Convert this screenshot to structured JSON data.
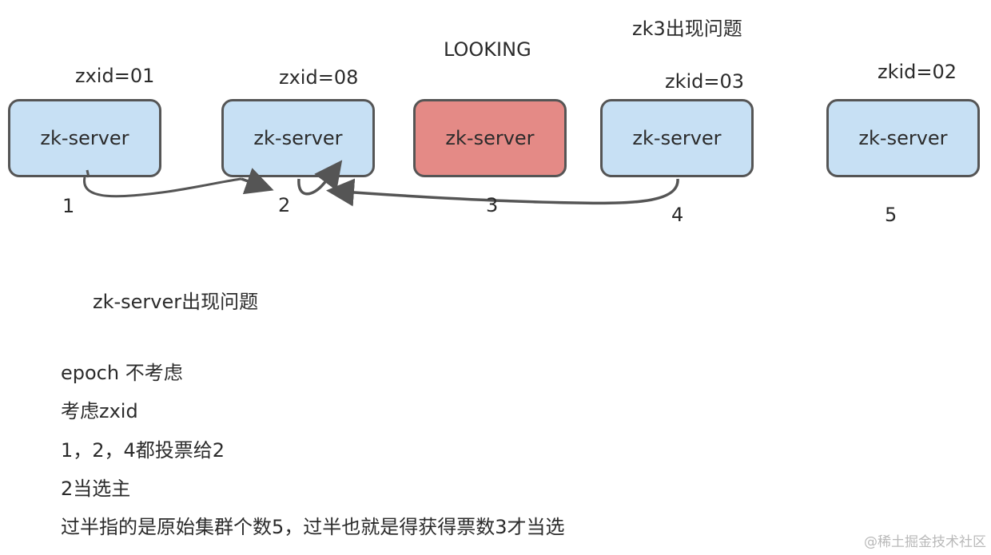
{
  "diagram": {
    "title_issue": "zk3出现问题",
    "looking_label": "LOOKING",
    "servers": [
      {
        "label": "zk-server",
        "zxid_label": "zxid=01",
        "number": "1",
        "status": "normal"
      },
      {
        "label": "zk-server",
        "zxid_label": "zxid=08",
        "number": "2",
        "status": "normal"
      },
      {
        "label": "zk-server",
        "zxid_label": "",
        "number": "3",
        "status": "failed"
      },
      {
        "label": "zk-server",
        "zxid_label": "zkid=03",
        "number": "4",
        "status": "normal"
      },
      {
        "label": "zk-server",
        "zxid_label": "zkid=02",
        "number": "5",
        "status": "normal"
      }
    ],
    "colors": {
      "normal": "#c7e0f4",
      "failed": "#e48a86",
      "border": "#555555",
      "arrow": "#555555"
    }
  },
  "notes": {
    "heading": "zk-server出现问题",
    "lines": [
      "epoch  不考虑",
      "考虑zxid",
      "1，2，4都投票给2",
      "2当选主",
      "过半指的是原始集群个数5，过半也就是得获得票数3才当选"
    ]
  },
  "watermark": "@稀土掘金技术社区"
}
